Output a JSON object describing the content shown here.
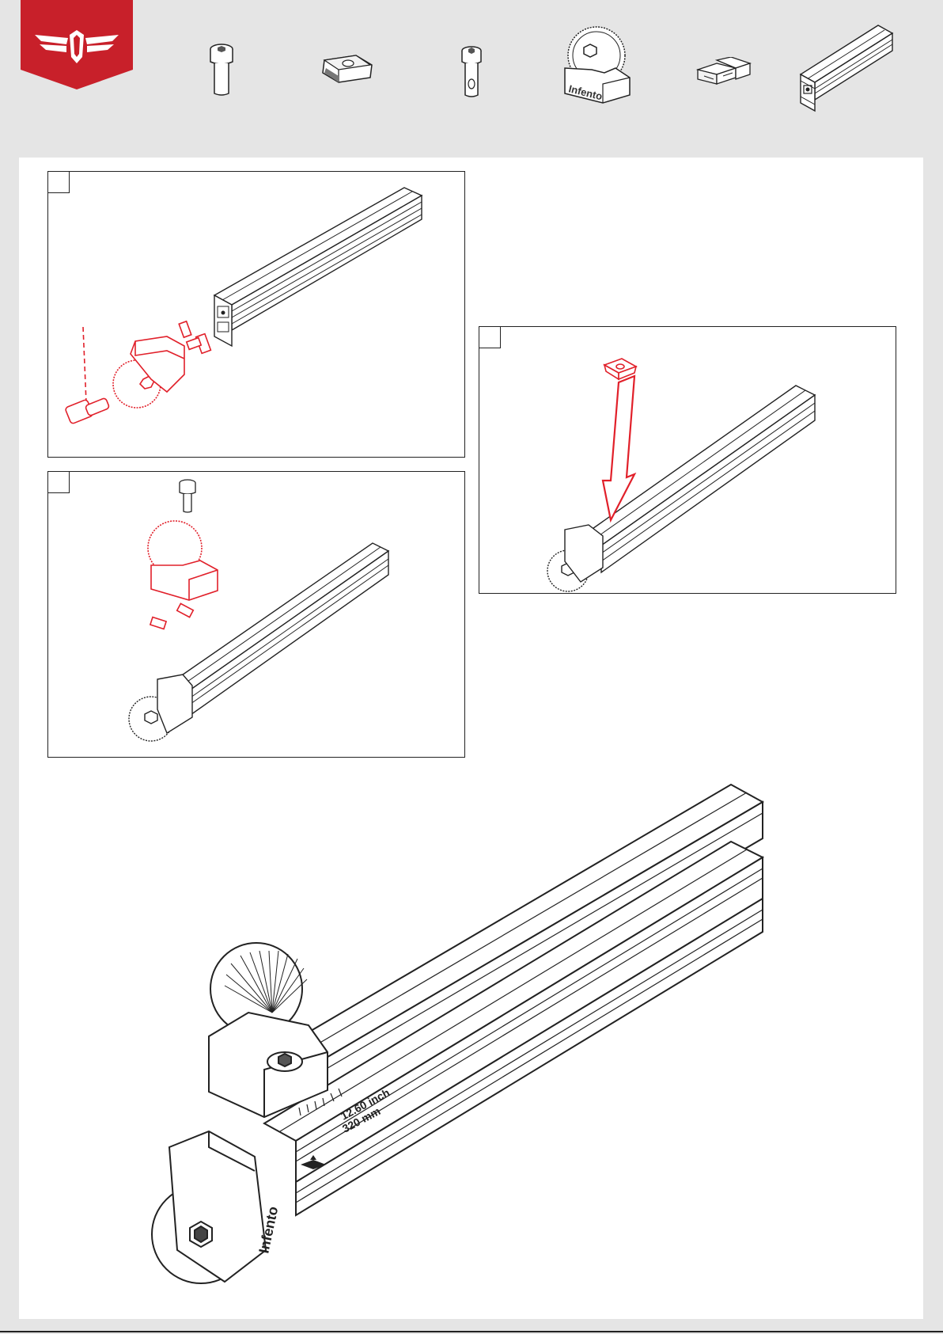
{
  "brand": {
    "logo_icon": "winged-emblem-icon",
    "logo_color": "#c8202a"
  },
  "parts": [
    {
      "name": "socket-head-bolt",
      "icon": "socket-head-bolt-icon"
    },
    {
      "name": "t-slot-nut",
      "icon": "t-slot-nut-icon"
    },
    {
      "name": "short-bolt",
      "icon": "short-bolt-icon"
    },
    {
      "name": "knurled-knob-bracket",
      "icon": "knob-bracket-icon",
      "text": "Infento"
    },
    {
      "name": "connector-block",
      "icon": "connector-block-icon"
    },
    {
      "name": "aluminium-profile",
      "icon": "aluminium-profile-icon"
    }
  ],
  "steps": [
    {
      "id": "step-1",
      "number": ""
    },
    {
      "id": "step-2",
      "number": ""
    },
    {
      "id": "step-3",
      "number": ""
    }
  ],
  "final_view": {
    "scale_line_1": "12.60 inch",
    "scale_line_2": "320 mm",
    "brand_text": "Infento"
  },
  "colors": {
    "highlight": "#e1202a",
    "line": "#222222",
    "panel": "#ffffff",
    "background": "#e5e5e5"
  }
}
